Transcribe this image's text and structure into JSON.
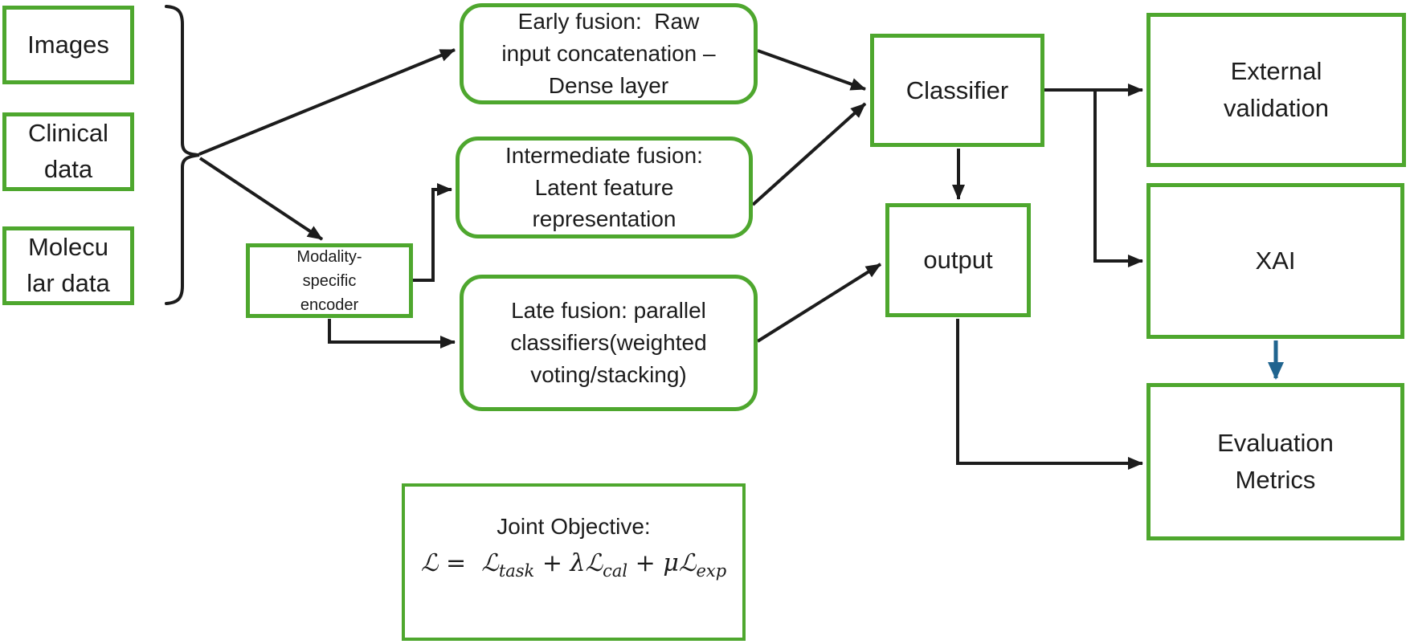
{
  "title": "Multimodal fusion pipeline diagram",
  "colors": {
    "box_border_green": "#4EA72E",
    "connector_black": "#1C1C1C",
    "xai_to_evaluation_arrow_blue": "#20648F",
    "background": "#FFFFFF"
  },
  "inputs": {
    "images": {
      "lines": [
        "Images"
      ]
    },
    "clinical": {
      "lines": [
        "Clinical",
        "data"
      ]
    },
    "molecular": {
      "lines": [
        "Molecu",
        "lar data"
      ]
    }
  },
  "fusion": {
    "early": {
      "lines": [
        "Early fusion:  Raw",
        "input concatenation –",
        "Dense layer"
      ]
    },
    "intermediate": {
      "lines": [
        "Intermediate fusion:",
        "Latent feature",
        "representation"
      ]
    },
    "late": {
      "lines": [
        "Late fusion: parallel",
        "classifiers(weighted",
        "voting/stacking)"
      ]
    }
  },
  "encoder": {
    "lines": [
      "Modality-",
      "specific",
      "encoder"
    ]
  },
  "classifier": {
    "label": "Classifier"
  },
  "output": {
    "label": "output"
  },
  "right_column": {
    "external": {
      "lines": [
        "External",
        "validation"
      ]
    },
    "xai": {
      "label": "XAI"
    },
    "evaluation": {
      "lines": [
        "Evaluation",
        "Metrics"
      ]
    }
  },
  "objective": {
    "title": "Joint Objective:",
    "formula": {
      "p1": "ℒ =  ℒ",
      "s1": "task",
      "p2": " + λℒ",
      "s2": "cal",
      "p3": " + μℒ",
      "s3": "exp"
    }
  }
}
